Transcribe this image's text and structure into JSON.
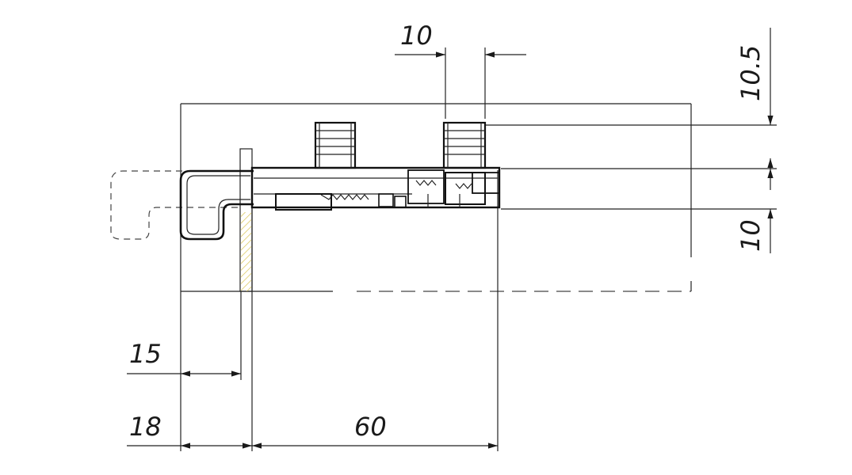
{
  "dimensions": {
    "top_gap": "10",
    "right_upper": "10.5",
    "right_lower": "10",
    "bottom_small": "15",
    "bottom_left": "18",
    "bottom_main": "60"
  },
  "colors": {
    "line": "#1a1a1a",
    "hatch": "#d8c24a"
  }
}
